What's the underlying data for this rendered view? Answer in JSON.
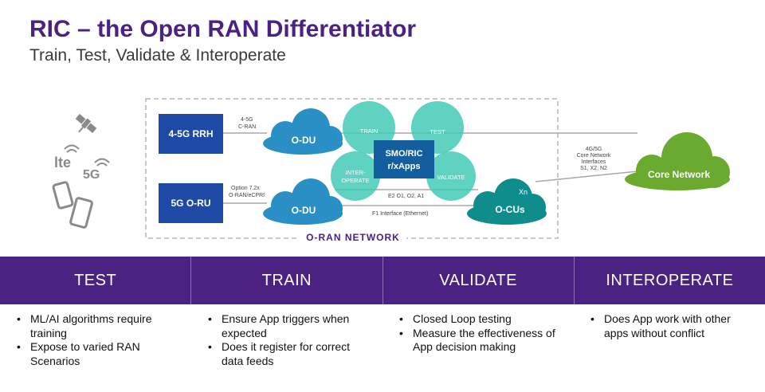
{
  "header": {
    "title": "RIC – the Open RAN Differentiator",
    "subtitle": "Train, Test, Validate & Interoperate"
  },
  "diagram": {
    "network_label": "O-RAN NETWORK",
    "boxes": {
      "rrh": "4-5G RRH",
      "oru": "5G O-RU",
      "smo_line1": "SMO/RIC",
      "smo_line2": "r/xApps"
    },
    "clouds": {
      "odu_top": "O-DU",
      "odu_bottom": "O-DU",
      "ocus": "O-CUs",
      "core": "Core Network"
    },
    "circles": {
      "train": "TRAIN",
      "test": "TEST",
      "interop_line1": "INTER-",
      "interop_line2": "OPERATE",
      "validate": "VALIDATE"
    },
    "labels": {
      "cran_line1": "4-5G",
      "cran_line2": "C-RAN",
      "option_line1": "Option 7.2x",
      "option_line2": "O-RAN/eCPRI",
      "e2": "E2 O1, O2, A1",
      "f1": "F1 Interface (Ethernet)",
      "xn": "Xn",
      "core_if_line1": "4G/5G",
      "core_if_line2": "Core Network",
      "core_if_line3": "Interfaces",
      "core_if_line4": "S1, X2, N2"
    },
    "icons": {
      "lte": "lte",
      "fiveg": "5G"
    },
    "colors": {
      "blue_box": "#1e4aa6",
      "cloud_blue": "#2a8fc4",
      "teal": "#0f8c8c",
      "green": "#6aaa2e",
      "circle": "#3cc8b3",
      "smo": "#135e9e"
    }
  },
  "band": [
    {
      "label": "TEST"
    },
    {
      "label": "TRAIN"
    },
    {
      "label": "VALIDATE"
    },
    {
      "label": "INTEROPERATE"
    }
  ],
  "columns": [
    {
      "bullets": [
        "ML/AI algorithms require training",
        "Expose to varied RAN Scenarios"
      ]
    },
    {
      "bullets": [
        "Ensure App triggers when expected",
        "Does it register for correct data feeds"
      ]
    },
    {
      "bullets": [
        "Closed Loop testing",
        "Measure the effectiveness of App decision making"
      ]
    },
    {
      "bullets": [
        "Does App work with other apps without conflict"
      ]
    }
  ]
}
